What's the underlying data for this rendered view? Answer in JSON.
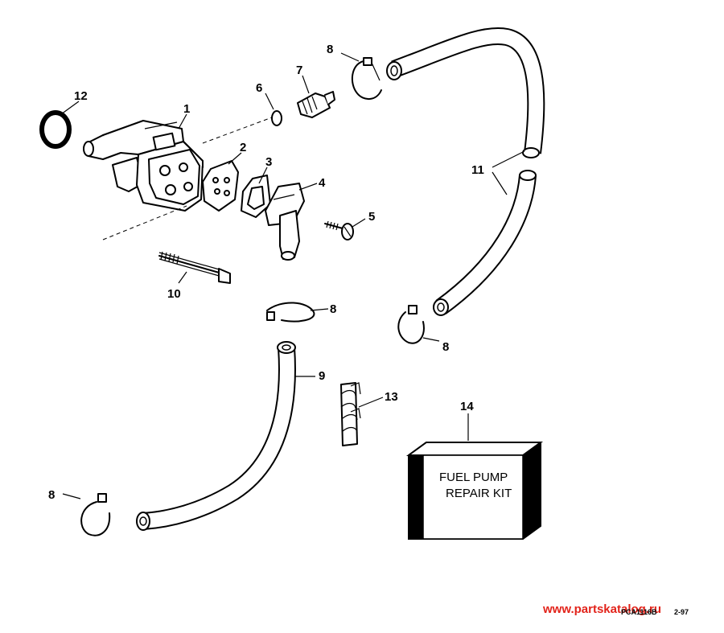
{
  "diagram": {
    "callouts": [
      {
        "id": "1",
        "label": "1"
      },
      {
        "id": "2",
        "label": "2"
      },
      {
        "id": "3",
        "label": "3"
      },
      {
        "id": "4",
        "label": "4"
      },
      {
        "id": "5",
        "label": "5"
      },
      {
        "id": "6",
        "label": "6"
      },
      {
        "id": "7",
        "label": "7"
      },
      {
        "id": "8a",
        "label": "8"
      },
      {
        "id": "8b",
        "label": "8"
      },
      {
        "id": "8c",
        "label": "8"
      },
      {
        "id": "8d",
        "label": "8"
      },
      {
        "id": "9",
        "label": "9"
      },
      {
        "id": "10",
        "label": "10"
      },
      {
        "id": "11",
        "label": "11"
      },
      {
        "id": "12",
        "label": "12"
      },
      {
        "id": "13",
        "label": "13"
      },
      {
        "id": "14",
        "label": "14"
      }
    ],
    "kit_box": {
      "line1": "FUEL PUMP",
      "line2": "REPAIR KIT"
    },
    "drawing_code": "PCA1116B",
    "drawing_date": "2-97",
    "watermark": "www.partskatalog.ru"
  }
}
